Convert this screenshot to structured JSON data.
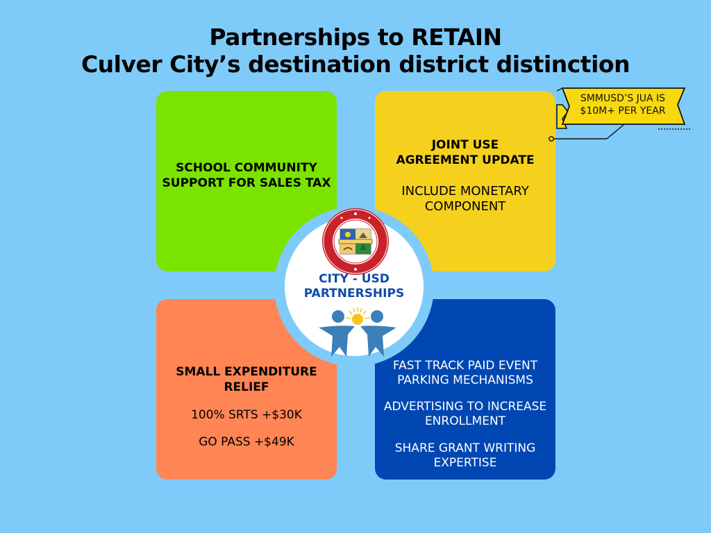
{
  "title": {
    "line1": "Partnerships to RETAIN",
    "line2": "Culver City’s destination district distinction"
  },
  "quadrants": {
    "top_left": {
      "heading": "SCHOOL COMMUNITY SUPPORT FOR SALES TAX",
      "color": "#7be300"
    },
    "top_right": {
      "heading": "JOINT USE AGREEMENT UPDATE",
      "body": "INCLUDE MONETARY COMPONENT",
      "color": "#f5d11e"
    },
    "bottom_left": {
      "heading": "SMALL EXPENDITURE RELIEF",
      "items": [
        "100% SRTS +$30K",
        "GO PASS +$49K"
      ],
      "color": "#ff8554"
    },
    "bottom_right": {
      "items": [
        "FAST TRACK PAID EVENT PARKING MECHANISMS",
        "ADVERTISING TO INCREASE ENROLLMENT",
        "SHARE GRANT WRITING EXPERTISE"
      ],
      "color": "#0047b3"
    }
  },
  "center": {
    "label_line1": "CITY - USD",
    "label_line2": "PARTNERSHIPS",
    "seal_icon": "culver-city-seal-icon",
    "people_icon": "two-people-sun-icon"
  },
  "callout": {
    "line1": "SMMUSD’S JUA IS",
    "line2": "$10M+ PER YEAR",
    "color": "#f8d90f"
  },
  "background_color": "#7ecbfa"
}
